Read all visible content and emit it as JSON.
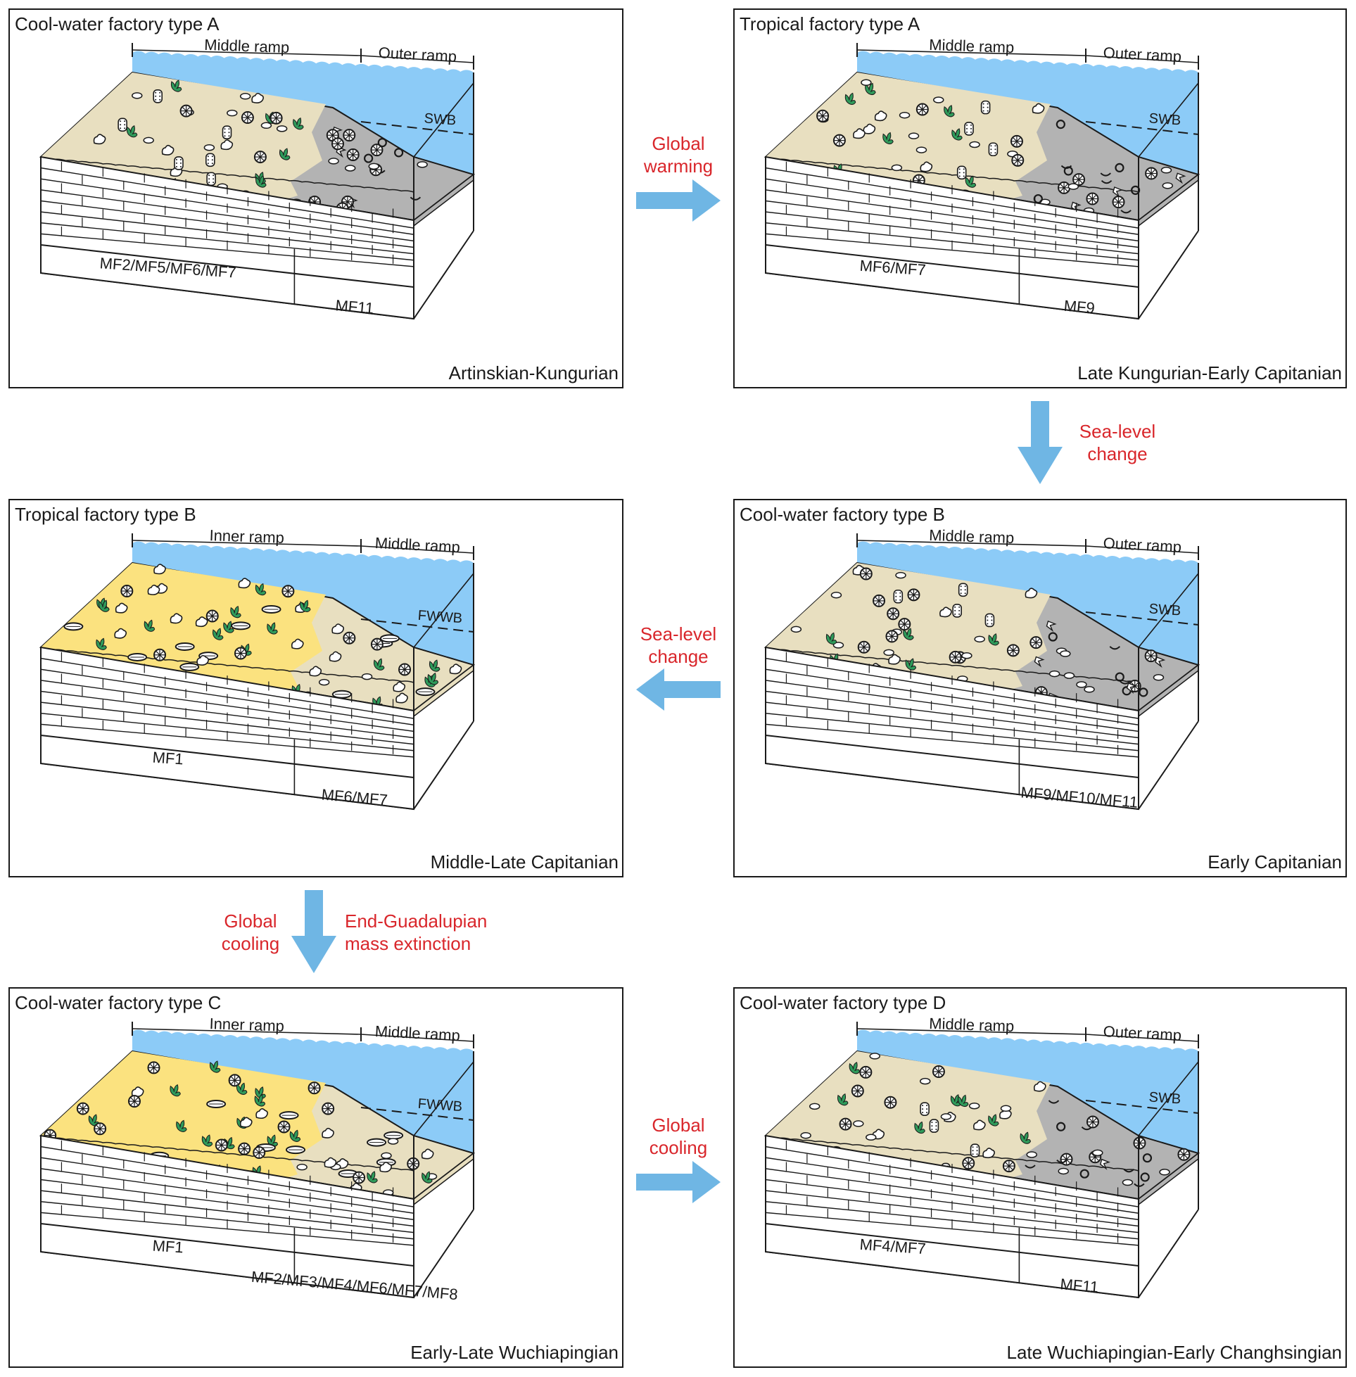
{
  "colors": {
    "water": "#8ccbf7",
    "cool_sediment": "#e8dfc0",
    "tropical_sediment": "#fbe27f",
    "deep_sediment": "#b3b3b3",
    "algae": "#2f9a5a",
    "arrow": "#6fb6e4",
    "transition_text": "#d9262b",
    "outline": "#1a1a1a"
  },
  "panels": [
    {
      "id": "cool-a",
      "title": "Cool-water factory type A",
      "age": "Artinskian-Kungurian",
      "ramp_labels": [
        "Middle ramp",
        "Outer ramp"
      ],
      "wave_base": "SWB",
      "facies_labels": [
        "MF2/MF5/MF6/MF7",
        "MF11"
      ],
      "zones": [
        "cool",
        "deep"
      ]
    },
    {
      "id": "tropical-a",
      "title": "Tropical factory type A",
      "age": "Late Kungurian-Early Capitanian",
      "ramp_labels": [
        "Middle ramp",
        "Outer ramp"
      ],
      "wave_base": "SWB",
      "facies_labels": [
        "MF6/MF7",
        "MF9"
      ],
      "zones": [
        "cool",
        "deep"
      ]
    },
    {
      "id": "tropical-b",
      "title": "Tropical factory type B",
      "age": "Middle-Late Capitanian",
      "ramp_labels": [
        "Inner ramp",
        "Middle ramp"
      ],
      "wave_base": "FWWB",
      "facies_labels": [
        "MF1",
        "MF6/MF7"
      ],
      "zones": [
        "tropical",
        "cool"
      ]
    },
    {
      "id": "cool-b",
      "title": "Cool-water factory type B",
      "age": "Early Capitanian",
      "ramp_labels": [
        "Middle ramp",
        "Outer ramp"
      ],
      "wave_base": "SWB",
      "facies_labels": [
        "",
        "MF9/MF10/MF11"
      ],
      "zones": [
        "cool",
        "deep"
      ]
    },
    {
      "id": "cool-c",
      "title": "Cool-water factory type C",
      "age": "Early-Late Wuchiapingian",
      "ramp_labels": [
        "Inner ramp",
        "Middle ramp"
      ],
      "wave_base": "FWWB",
      "facies_labels": [
        "MF1",
        "MF2/MF3/MF4/MF6/MF7/MF8"
      ],
      "zones": [
        "tropical",
        "cool"
      ]
    },
    {
      "id": "cool-d",
      "title": "Cool-water factory type D",
      "age": "Late Wuchiapingian-Early Changhsingian",
      "ramp_labels": [
        "Middle ramp",
        "Outer ramp"
      ],
      "wave_base": "SWB",
      "facies_labels": [
        "MF4/MF7",
        "MF11"
      ],
      "zones": [
        "cool",
        "deep"
      ]
    }
  ],
  "transitions": [
    {
      "id": "t1",
      "direction": "right",
      "labels": [
        "Global",
        "warming"
      ]
    },
    {
      "id": "t2",
      "direction": "down",
      "labels": [
        "Sea-level",
        "change"
      ]
    },
    {
      "id": "t3",
      "direction": "left",
      "labels": [
        "Sea-level",
        "change"
      ]
    },
    {
      "id": "t4",
      "direction": "down",
      "labels": [
        "Global",
        "cooling"
      ],
      "extra_labels": [
        "End-Guadalupian",
        "mass extinction"
      ]
    },
    {
      "id": "t5",
      "direction": "right",
      "labels": [
        "Global",
        "cooling"
      ]
    }
  ]
}
